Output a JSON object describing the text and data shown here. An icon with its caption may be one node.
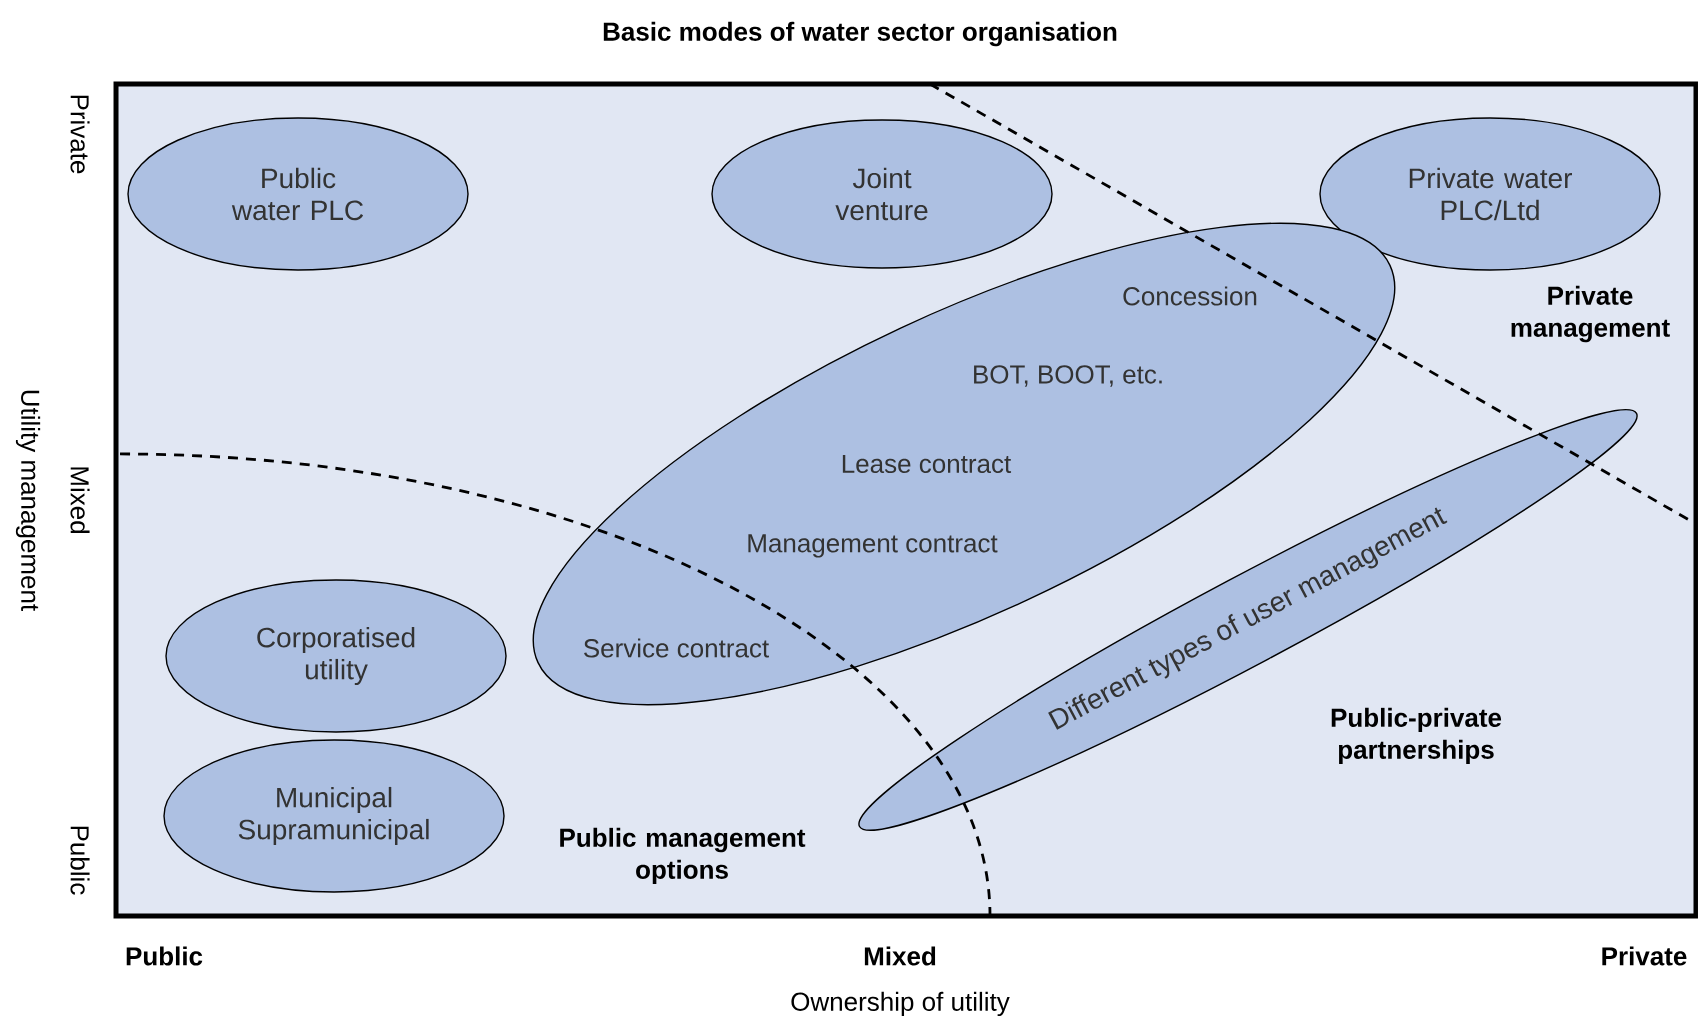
{
  "diagram": {
    "title": "Basic modes of water sector organisation",
    "nodes": [
      {
        "text": [
          "Public water PLC"
        ]
      },
      {
        "text": [
          "Joint venture"
        ]
      },
      {
        "text": [
          "Private water PLC/Ltd"
        ]
      },
      {
        "text": [
          "Corporatised utility"
        ]
      },
      {
        "text": [
          "Municipal Supramunicipal"
        ]
      },
      {
        "text": [
          "Concession",
          "BOT, BOOT, etc.",
          "Lease contract",
          "Management contract",
          "Service contract"
        ]
      },
      {
        "text": [
          "Different types of user management"
        ]
      }
    ],
    "labels": [
      "Private",
      "Private management",
      "Utility management",
      "Mixed",
      "Public-private partnerships",
      "Public management options",
      "Public",
      "Public",
      "Mixed",
      "Private",
      "Ownership of utility"
    ]
  }
}
